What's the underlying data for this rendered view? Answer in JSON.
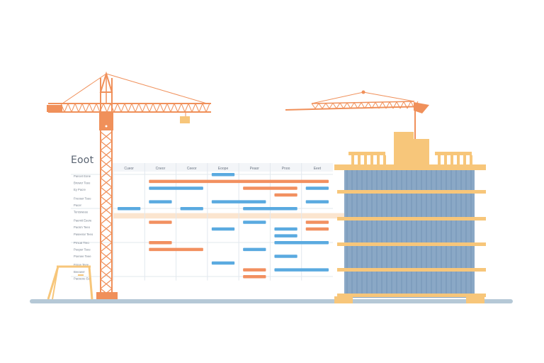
{
  "app": {
    "title": "Eoot"
  },
  "gantt": {
    "columns": [
      "Cueor",
      "Cneor",
      "Ceeor",
      "Eoope",
      "Peaor",
      "Pnoo",
      "Eeet"
    ],
    "tasks": [
      "Pancet Eone",
      "Brewer Teee",
      "Ey Pacre",
      "Freoser Teee",
      "Pacer",
      "Terosweee",
      "Paemit Eeere",
      "Pacsm Teeo",
      "Paseerar Teeo",
      "Prncat Treo",
      "Peeper Teee",
      "Poenee Teee",
      "Frpoe Teee",
      "Beeaeer",
      "Paeseoe Eeo"
    ],
    "bars": [
      {
        "row": 0,
        "start": 3,
        "end": 4,
        "color": "blue"
      },
      {
        "row": 1,
        "start": 1,
        "end": 7,
        "color": "orange"
      },
      {
        "row": 2,
        "start": 1,
        "end": 3,
        "color": "blue"
      },
      {
        "row": 2,
        "start": 4,
        "end": 6,
        "color": "orange"
      },
      {
        "row": 2,
        "start": 6,
        "end": 7,
        "color": "blue"
      },
      {
        "row": 3,
        "start": 5,
        "end": 6,
        "color": "orange"
      },
      {
        "row": 4,
        "start": 1,
        "end": 2,
        "color": "blue"
      },
      {
        "row": 4,
        "start": 3,
        "end": 5,
        "color": "blue"
      },
      {
        "row": 4,
        "start": 6,
        "end": 7,
        "color": "blue"
      },
      {
        "row": 5,
        "start": 0,
        "end": 1,
        "color": "blue"
      },
      {
        "row": 5,
        "start": 2,
        "end": 3,
        "color": "blue"
      },
      {
        "row": 5,
        "start": 4,
        "end": 6,
        "color": "blue"
      },
      {
        "row": 7,
        "start": 1,
        "end": 2,
        "color": "orange"
      },
      {
        "row": 7,
        "start": 4,
        "end": 5,
        "color": "blue"
      },
      {
        "row": 7,
        "start": 6,
        "end": 7,
        "color": "orange"
      },
      {
        "row": 8,
        "start": 3,
        "end": 4,
        "color": "blue"
      },
      {
        "row": 8,
        "start": 5,
        "end": 6,
        "color": "blue"
      },
      {
        "row": 8,
        "start": 6,
        "end": 7,
        "color": "orange"
      },
      {
        "row": 9,
        "start": 5,
        "end": 6,
        "color": "blue"
      },
      {
        "row": 10,
        "start": 1,
        "end": 2,
        "color": "orange"
      },
      {
        "row": 10,
        "start": 5,
        "end": 7,
        "color": "blue"
      },
      {
        "row": 11,
        "start": 1,
        "end": 3,
        "color": "orange"
      },
      {
        "row": 11,
        "start": 4,
        "end": 5,
        "color": "blue"
      },
      {
        "row": 12,
        "start": 5,
        "end": 6,
        "color": "blue"
      },
      {
        "row": 13,
        "start": 3,
        "end": 4,
        "color": "blue"
      },
      {
        "row": 14,
        "start": 4,
        "end": 5,
        "color": "orange"
      },
      {
        "row": 14,
        "start": 5,
        "end": 7,
        "color": "blue"
      },
      {
        "row": 15,
        "start": 4,
        "end": 5,
        "color": "orange"
      }
    ],
    "highlight_row": 6
  },
  "colors": {
    "crane": "#f0905a",
    "crane_light": "#f5a06a",
    "orange_bar": "#f29060",
    "blue_bar": "#5aaae0",
    "building_facade": "#8aa8c6",
    "building_stripe": "#7898b8",
    "slab": "#f7c67a",
    "ground": "#b5c8d6",
    "grid_line": "#e2e8ee",
    "header_bg": "#f3f5f8",
    "highlight": "#fbe5cf"
  }
}
